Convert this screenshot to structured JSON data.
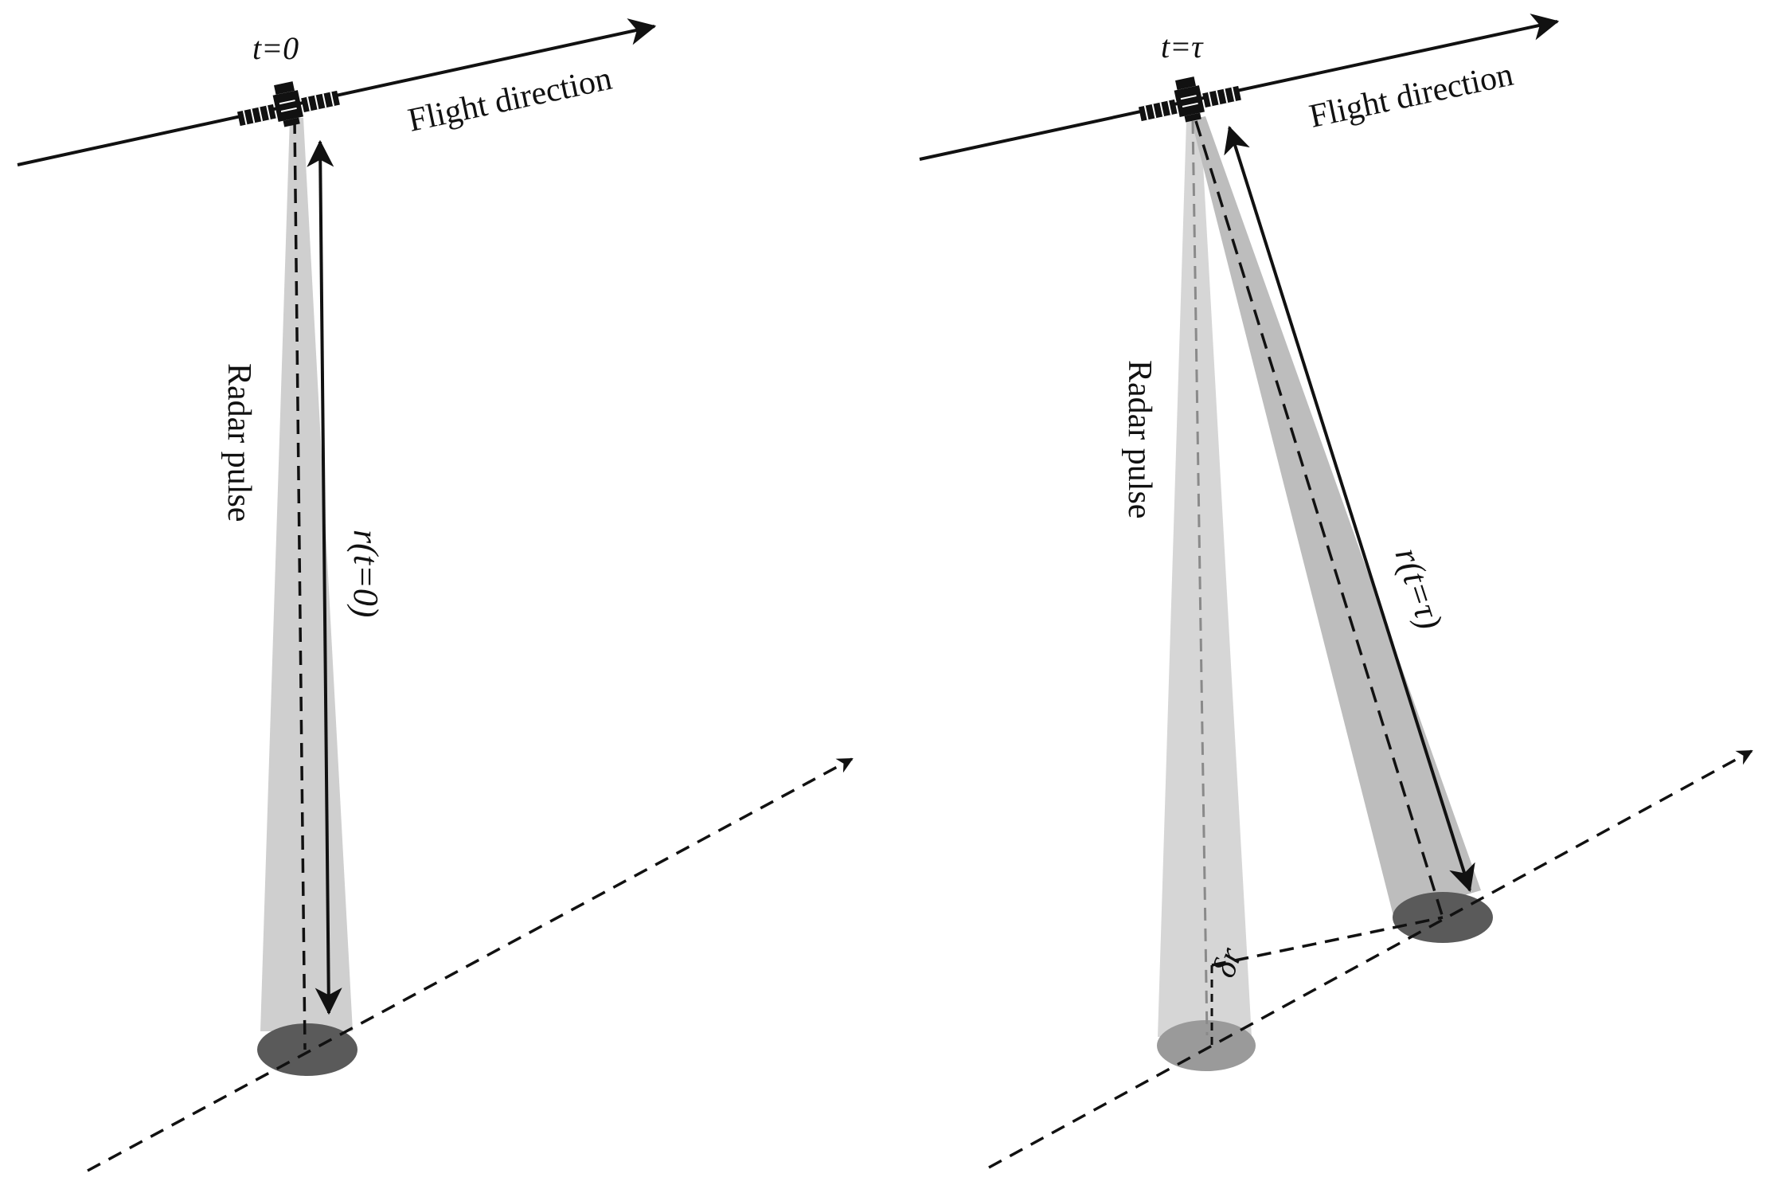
{
  "colors": {
    "ink": "#111111",
    "beam": "#cfcfcf",
    "footprint_dark": "#5a5a5a",
    "footprint_light": "#9a9a9a",
    "ghost_line": "#8a8a8a"
  },
  "icons": [
    "satellite-icon"
  ],
  "left_panel": {
    "time_label": "t=0",
    "flight_label": "Flight direction",
    "pulse_label": "Radar pulse",
    "range_label": "r(t=0)"
  },
  "right_panel": {
    "time_label": "t=τ",
    "flight_label": "Flight direction",
    "pulse_label": "Radar pulse",
    "range_label": "r(t=τ)",
    "delta_label": "δr"
  }
}
